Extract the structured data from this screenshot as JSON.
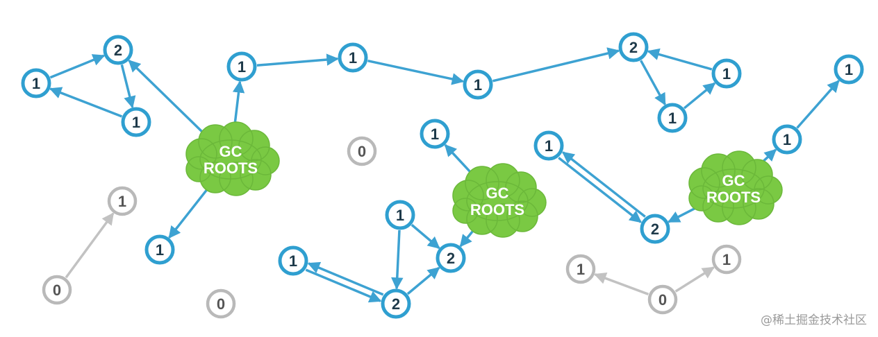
{
  "roots": [
    {
      "id": "r1",
      "line1": "GC",
      "line2": "ROOTS"
    },
    {
      "id": "r2",
      "line1": "GC",
      "line2": "ROOTS"
    },
    {
      "id": "r3",
      "line1": "GC",
      "line2": "ROOTS"
    }
  ],
  "nodes": [
    {
      "id": "a1",
      "label": "1",
      "reachable": true
    },
    {
      "id": "a2",
      "label": "2",
      "reachable": true
    },
    {
      "id": "a3",
      "label": "1",
      "reachable": true
    },
    {
      "id": "b1",
      "label": "1",
      "reachable": true
    },
    {
      "id": "b2",
      "label": "1",
      "reachable": true
    },
    {
      "id": "b3",
      "label": "1",
      "reachable": true
    },
    {
      "id": "c1",
      "label": "2",
      "reachable": true
    },
    {
      "id": "c2",
      "label": "1",
      "reachable": true
    },
    {
      "id": "c3",
      "label": "1",
      "reachable": true
    },
    {
      "id": "d1",
      "label": "1",
      "reachable": true
    },
    {
      "id": "e1",
      "label": "1",
      "reachable": true
    },
    {
      "id": "e2",
      "label": "1",
      "reachable": true
    },
    {
      "id": "e3",
      "label": "2",
      "reachable": true
    },
    {
      "id": "e4",
      "label": "1",
      "reachable": true
    },
    {
      "id": "e5",
      "label": "2",
      "reachable": true
    },
    {
      "id": "f1",
      "label": "1",
      "reachable": true
    },
    {
      "id": "f2",
      "label": "2",
      "reachable": true
    },
    {
      "id": "f3",
      "label": "1",
      "reachable": true
    },
    {
      "id": "f4",
      "label": "1",
      "reachable": true
    },
    {
      "id": "g1",
      "label": "0",
      "reachable": false
    },
    {
      "id": "g2",
      "label": "1",
      "reachable": false
    },
    {
      "id": "g3",
      "label": "0",
      "reachable": false
    },
    {
      "id": "g4",
      "label": "0",
      "reachable": false
    },
    {
      "id": "g5",
      "label": "1",
      "reachable": false
    },
    {
      "id": "g6",
      "label": "0",
      "reachable": false
    },
    {
      "id": "g7",
      "label": "1",
      "reachable": false
    }
  ],
  "edges": [
    {
      "from": "a1",
      "to": "a2",
      "reachable": true
    },
    {
      "from": "a2",
      "to": "a3",
      "reachable": true
    },
    {
      "from": "a3",
      "to": "a1",
      "reachable": true
    },
    {
      "from": "r1",
      "to": "a2",
      "reachable": true
    },
    {
      "from": "r1",
      "to": "b1",
      "reachable": true
    },
    {
      "from": "r1",
      "to": "d1",
      "reachable": true
    },
    {
      "from": "b1",
      "to": "b2",
      "reachable": true
    },
    {
      "from": "b2",
      "to": "b3",
      "reachable": true
    },
    {
      "from": "b3",
      "to": "c1",
      "reachable": true
    },
    {
      "from": "c1",
      "to": "c3",
      "reachable": true
    },
    {
      "from": "c3",
      "to": "c2",
      "reachable": true
    },
    {
      "from": "c2",
      "to": "c1",
      "reachable": true
    },
    {
      "from": "r2",
      "to": "e1",
      "reachable": true
    },
    {
      "from": "r2",
      "to": "e3",
      "reachable": true
    },
    {
      "from": "e2",
      "to": "e3",
      "reachable": true
    },
    {
      "from": "e2",
      "to": "e5",
      "reachable": true
    },
    {
      "from": "e5",
      "to": "e3",
      "reachable": true
    },
    {
      "from": "e4",
      "to": "e5",
      "reachable": true
    },
    {
      "from": "e5",
      "to": "e4",
      "reachable": true
    },
    {
      "from": "r3",
      "to": "f2",
      "reachable": true
    },
    {
      "from": "r3",
      "to": "f3",
      "reachable": true
    },
    {
      "from": "f3",
      "to": "f4",
      "reachable": true
    },
    {
      "from": "f1",
      "to": "f2",
      "reachable": true
    },
    {
      "from": "f2",
      "to": "f1",
      "reachable": true
    },
    {
      "from": "g1",
      "to": "g2",
      "reachable": false
    },
    {
      "from": "g6",
      "to": "g5",
      "reachable": false
    },
    {
      "from": "g6",
      "to": "g7",
      "reachable": false
    }
  ],
  "watermark": "@稀土掘金技术社区",
  "colors": {
    "reachable": "#3da2d2",
    "unreachable": "#c2c2c2",
    "root": "#7ac943"
  }
}
